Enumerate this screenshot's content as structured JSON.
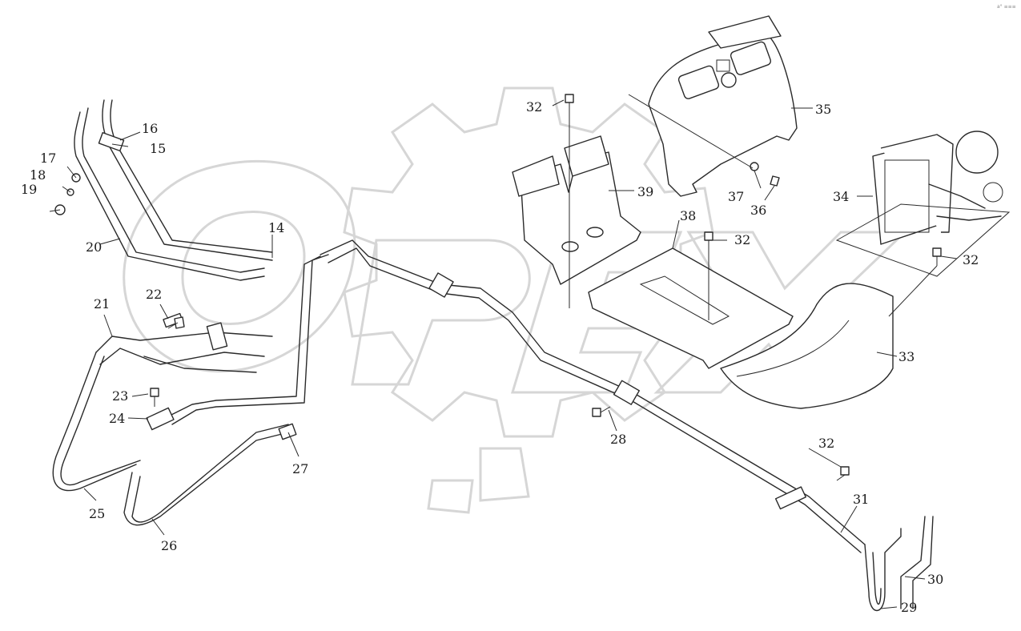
{
  "watermark": "OPEX",
  "corner_mark": "a° ≡≡≡",
  "callouts": {
    "c14": "14",
    "c15": "15",
    "c16": "16",
    "c17": "17",
    "c18": "18",
    "c19": "19",
    "c20": "20",
    "c21": "21",
    "c22": "22",
    "c23": "23",
    "c24": "24",
    "c25": "25",
    "c26": "26",
    "c27": "27",
    "c28": "28",
    "c29": "29",
    "c30": "30",
    "c31": "31",
    "c32": "32",
    "c33": "33",
    "c34": "34",
    "c35": "35",
    "c36": "36",
    "c37": "37",
    "c38": "38",
    "c39": "39"
  }
}
